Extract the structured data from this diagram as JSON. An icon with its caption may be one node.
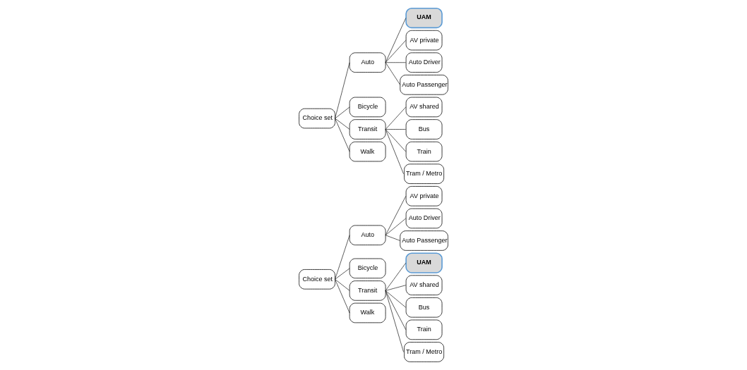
{
  "diagram": {
    "nodes": [
      {
        "text": [
          "Choice set"
        ]
      },
      {
        "text": [
          "Auto"
        ]
      },
      {
        "text": [
          "Bicycle"
        ]
      },
      {
        "text": [
          "Transit"
        ]
      },
      {
        "text": [
          "Walk"
        ]
      },
      {
        "text": [
          "AV private"
        ]
      },
      {
        "text": [
          "Auto Driver"
        ]
      },
      {
        "text": [
          "Auto Passenger"
        ]
      },
      {
        "text": [
          "UAM"
        ]
      },
      {
        "text": [
          "AV shared"
        ]
      },
      {
        "text": [
          "Bus"
        ]
      },
      {
        "text": [
          "Train"
        ]
      },
      {
        "text": [
          "Tram / Metro"
        ]
      },
      {
        "text": [
          "Choice set"
        ]
      },
      {
        "text": [
          "Auto"
        ]
      },
      {
        "text": [
          "Bicycle"
        ]
      },
      {
        "text": [
          "Transit"
        ]
      },
      {
        "text": [
          "Walk"
        ]
      },
      {
        "text": [
          "UAM"
        ]
      },
      {
        "text": [
          "AV private"
        ]
      },
      {
        "text": [
          "Auto Driver"
        ]
      },
      {
        "text": [
          "Auto Passenger"
        ]
      },
      {
        "text": [
          "AV shared"
        ]
      },
      {
        "text": [
          "Bus"
        ]
      },
      {
        "text": [
          "Train"
        ]
      },
      {
        "text": [
          "Tram / Metro"
        ]
      }
    ],
    "edges": [
      {
        "from": 0,
        "to": 1,
        "arrow": "none"
      },
      {
        "from": 0,
        "to": 2,
        "arrow": "none"
      },
      {
        "from": 0,
        "to": 3,
        "arrow": "none"
      },
      {
        "from": 0,
        "to": 4,
        "arrow": "none"
      },
      {
        "from": 1,
        "to": 5,
        "arrow": "none"
      },
      {
        "from": 1,
        "to": 6,
        "arrow": "none"
      },
      {
        "from": 1,
        "to": 7,
        "arrow": "none"
      },
      {
        "from": 3,
        "to": 8,
        "arrow": "none"
      },
      {
        "from": 3,
        "to": 9,
        "arrow": "none"
      },
      {
        "from": 3,
        "to": 10,
        "arrow": "none"
      },
      {
        "from": 3,
        "to": 11,
        "arrow": "none"
      },
      {
        "from": 3,
        "to": 12,
        "arrow": "none"
      },
      {
        "from": 13,
        "to": 14,
        "arrow": "none"
      },
      {
        "from": 13,
        "to": 15,
        "arrow": "none"
      },
      {
        "from": 13,
        "to": 16,
        "arrow": "none"
      },
      {
        "from": 13,
        "to": 17,
        "arrow": "none"
      },
      {
        "from": 14,
        "to": 18,
        "arrow": "none"
      },
      {
        "from": 14,
        "to": 19,
        "arrow": "none"
      },
      {
        "from": 14,
        "to": 20,
        "arrow": "none"
      },
      {
        "from": 14,
        "to": 21,
        "arrow": "none"
      },
      {
        "from": 16,
        "to": 22,
        "arrow": "none"
      },
      {
        "from": 16,
        "to": 23,
        "arrow": "none"
      },
      {
        "from": 16,
        "to": 24,
        "arrow": "none"
      },
      {
        "from": 16,
        "to": 25,
        "arrow": "none"
      }
    ]
  }
}
